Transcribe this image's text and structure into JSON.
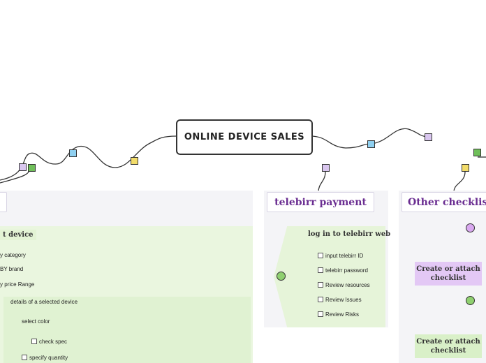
{
  "central": {
    "title": "ONLINE DEVICE SALES"
  },
  "left_panel": {
    "group_label": "t device",
    "filters": [
      "y category",
      "BY brand",
      "y price Range"
    ],
    "details_label": "details of a selected device",
    "select_color": "select color",
    "check_spec": "check spec",
    "specify_quantity": "specify quantity"
  },
  "telebirr_panel": {
    "title": "telebirr payment",
    "node_label": "log in to telebirr web",
    "tasks": [
      "input telebirr ID",
      "telebirr password",
      "Review resources",
      "Review Issues",
      "Review Risks"
    ]
  },
  "checklist_panel": {
    "title": "Other checklis",
    "tasks": [
      "Create or attach checklist",
      "Create or attach checklist"
    ]
  },
  "colors": {
    "title_text": "#6a2d91",
    "sticky_purple": "#d9c6ef",
    "sticky_green": "#6fbf5a",
    "sticky_blue": "#8fd0f0",
    "sticky_yellow": "#f2dc6a",
    "task_purple": "#e3c8f5",
    "task_green": "#d9f0c8",
    "circle_green": "#8fd070",
    "circle_purple": "#d9a8f0"
  },
  "icons": [
    "sticky-note-icon",
    "checkbox-icon",
    "circle-node-icon"
  ]
}
